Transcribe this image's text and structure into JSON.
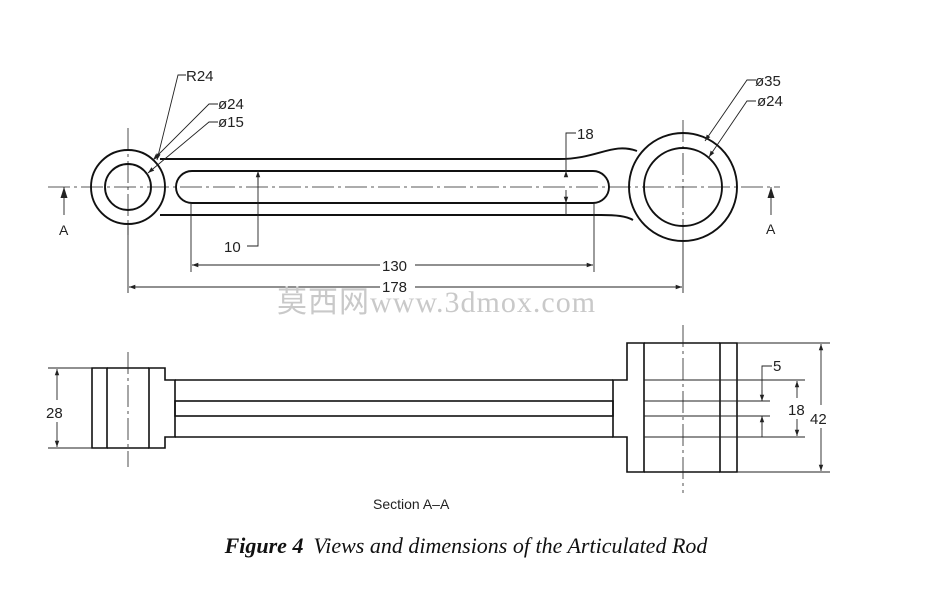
{
  "top_view": {
    "dimensions": {
      "r24": "R24",
      "d24_left": "ø24",
      "d15_left": "ø15",
      "d35_right": "ø35",
      "d24_right": "ø24",
      "slot_18": "18",
      "slot_10": "10",
      "len_130": "130",
      "len_178": "178"
    },
    "section_marks": {
      "left": "A",
      "right": "A"
    }
  },
  "section_view": {
    "dimensions": {
      "h28": "28",
      "w5": "5",
      "h18": "18",
      "h42": "42"
    },
    "label": "Section A–A"
  },
  "watermark": "莫西网www.3dmox.com",
  "caption": {
    "number": "Figure 4",
    "text": "Views and dimensions of the Articulated Rod"
  }
}
